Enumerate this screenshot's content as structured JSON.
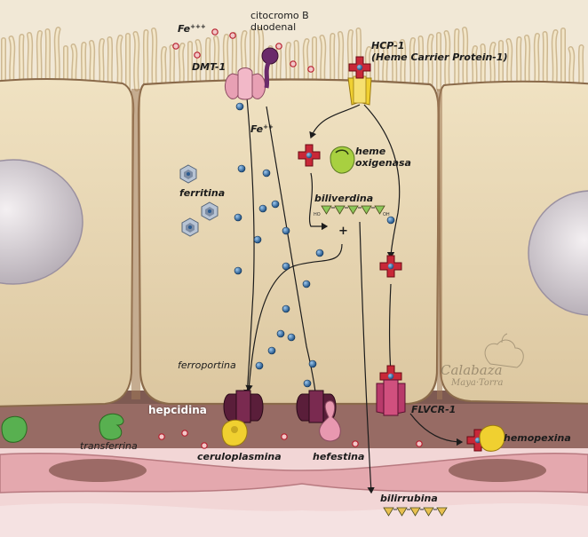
{
  "labels": {
    "fe3": "Fe",
    "fe3_charge": "+++",
    "cytochrome": "citocromo B",
    "cytochrome_2": "duodenal",
    "dmt1": "DMT-1",
    "fe2": "Fe",
    "fe2_charge": "++",
    "hcp1": "HCP-1",
    "hcp1_full": "(Heme Carrier Protein-1)",
    "heme_oxygenase": "heme",
    "heme_oxygenase_2": "oxigenasa",
    "ferritin": "ferritina",
    "biliverdin": "biliverdina",
    "biliverdin_ho": "HO",
    "biliverdin_oh": "OH",
    "plus": "+",
    "ferroportin": "ferroportina",
    "hepcidin": "hepcidina",
    "transferrin": "transferrina",
    "ceruloplasmin": "ceruloplasmina",
    "hephaestin": "hefestina",
    "flvcr1": "FLVCR-1",
    "hemopexin": "hemopexina",
    "bilirubin": "bilirrubina",
    "watermark_1": "Calabaza",
    "watermark_2": "Maya·Torra"
  },
  "colors": {
    "cell_fill": "#e8d8b6",
    "cell_border": "#8a6a4a",
    "nucleus": "#d8d2d6",
    "iron_dot": "#3a78b0",
    "fe3_dot": "#b82030",
    "heme": "#c82838",
    "dmt1": "#e8a0b4",
    "hcp1": "#f0d030",
    "ferroportin": "#5a1e3a",
    "heme_oxygenase": "#a8d040",
    "hephaestin": "#e898b0",
    "ceruloplasmin": "#f0d030",
    "transferrin": "#58b050",
    "blood_vessel": "#d89aa0",
    "basal_layer": "#9a7070"
  }
}
